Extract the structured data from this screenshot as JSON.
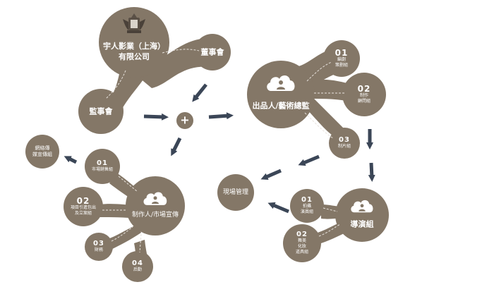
{
  "colors": {
    "node": "#847767",
    "node_dark": "#6d6154",
    "arrow": "#3b4657",
    "connector": "#e7e2dc",
    "white": "#ffffff"
  },
  "icons": [
    "crest-logo-icon",
    "cloud-person-icon",
    "plus-icon",
    "arrow-icon"
  ],
  "group1": {
    "company_line1": "宇人影業（上海）",
    "company_line2": "有限公司",
    "board": "董事會",
    "supervisors": "監事會"
  },
  "center": {
    "plus": "+"
  },
  "group2": {
    "title": "出品人/藝術總監",
    "s1_num": "01",
    "s1_line1": "編劇",
    "s1_line2": "策劃組",
    "s2_num": "02",
    "s2_line1": "制作",
    "s2_line2": "顧問組",
    "s3_num": "03",
    "s3_line1": "制片組"
  },
  "group3": {
    "title": "導演組",
    "s1_num": "01",
    "s1_line1": "拍攝",
    "s1_line2": "演員組",
    "s2_num": "02",
    "s2_line1": "舞美",
    "s2_line2": "化妝",
    "s2_line3": "道具組"
  },
  "site": {
    "title": "現場管理"
  },
  "group4": {
    "title": "制作人/市場宣傳",
    "s1_num": "01",
    "s1_line1": "市場銷售組",
    "s2_num": "02",
    "s2_line1": "項目引進包出",
    "s2_line2": "及立案組",
    "s3_num": "03",
    "s3_line1": "財務",
    "s4_num": "04",
    "s4_line1": "后勤"
  },
  "network": {
    "line1": "網絡傳",
    "line2": "媒宣傳組"
  }
}
